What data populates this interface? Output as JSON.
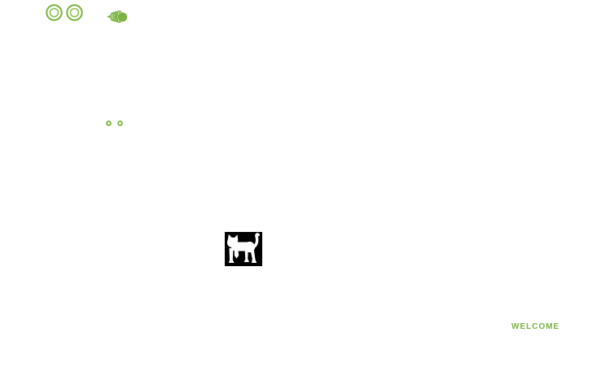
{
  "page": {
    "background": "#ffffff"
  },
  "colors": {
    "accent_green": "#7cb342",
    "logo_black": "#000000",
    "logo_white": "#ffffff"
  },
  "topbar": {
    "icons": [
      {
        "name": "double-ring-icon-1"
      },
      {
        "name": "double-ring-icon-2"
      },
      {
        "name": "spring-coil-icon"
      }
    ]
  },
  "decorations": {
    "small_ring_dot_count": 2
  },
  "hero": {
    "logo": "white-cat-silhouette-in-black-square"
  },
  "footer": {
    "welcome_label": "WELCOME"
  }
}
